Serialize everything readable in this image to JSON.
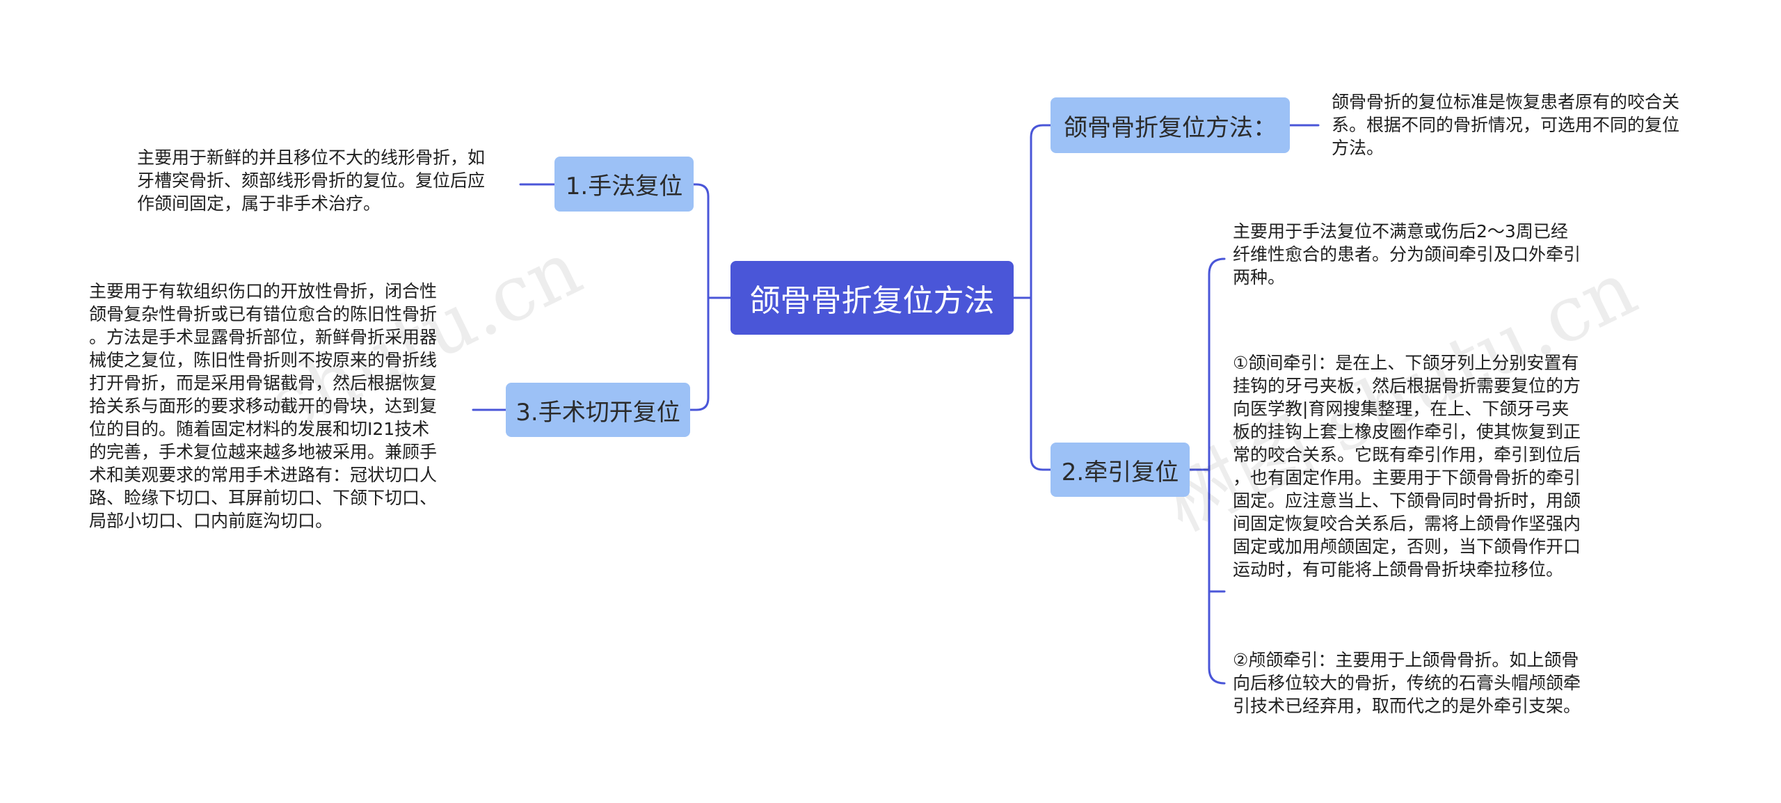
{
  "mindmap": {
    "root": {
      "label": "颌骨骨折复位方法"
    },
    "branches": [
      {
        "label": "颌骨骨折复位方法：",
        "leaves": [
          "颌骨骨折的复位标准是恢复患者原有的咬合关\n系。根据不同的骨折情况，可选用不同的复位\n方法。"
        ]
      },
      {
        "label": "2.牵引复位",
        "leaves": [
          "主要用于手法复位不满意或伤后2～3周已经\n纤维性愈合的患者。分为颌间牵引及口外牵引\n两种。",
          "①颌间牵引：是在上、下颌牙列上分别安置有\n挂钩的牙弓夹板，然后根据骨折需要复位的方\n向医学教|育网搜集整理，在上、下颌牙弓夹\n板的挂钩上套上橡皮圈作牵引，使其恢复到正\n常的咬合关系。它既有牵引作用，牵引到位后\n，也有固定作用。主要用于下颌骨骨折的牵引\n固定。应注意当上、下颌骨同时骨折时，用颌\n间固定恢复咬合关系后，需将上颌骨作坚强内\n固定或加用颅颌固定，否则，当下颌骨作开口\n运动时，有可能将上颌骨骨折块牵拉移位。",
          "②颅颌牵引：主要用于上颌骨骨折。如上颌骨\n向后移位较大的骨折，传统的石膏头帽颅颌牵\n引技术已经弃用，取而代之的是外牵引支架。"
        ]
      },
      {
        "label": "1.手法复位",
        "leaves": [
          "主要用于新鲜的并且移位不大的线形骨折，如\n牙槽突骨折、颏部线形骨折的复位。复位后应\n作颌间固定，属于非手术治疗。"
        ]
      },
      {
        "label": "3.手术切开复位",
        "leaves": [
          "主要用于有软组织伤口的开放性骨折，闭合性\n颌骨复杂性骨折或已有错位愈合的陈旧性骨折\n。方法是手术显露骨折部位，新鲜骨折采用器\n械使之复位，陈旧性骨折则不按原来的骨折线\n打开骨折，而是采用骨锯截骨，然后根据恢复\n拾关系与面形的要求移动截开的骨块，达到复\n位的目的。随着固定材料的发展和切I21技术\n的完善，手术复位越来越多地被采用。兼顾手\n术和美观要求的常用手术进路有：冠状切口人\n路、睑缘下切口、耳屏前切口、下颌下切口、\n局部小切口、口内前庭沟切口。"
        ]
      }
    ]
  },
  "watermark": {
    "text_left": "shutu.cn",
    "text_right": "树图 shutu.cn"
  },
  "colors": {
    "root": "#4a56d8",
    "branch": "#9cc1f6",
    "line": "#4a56d8"
  }
}
